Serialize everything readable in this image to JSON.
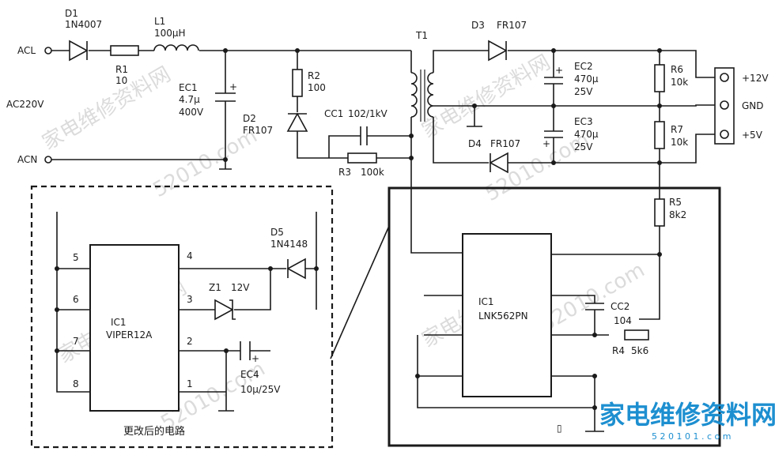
{
  "terminals": {
    "acl": "ACL",
    "acn": "ACN",
    "ac_voltage": "AC220V",
    "out_12v": "+12V",
    "out_gnd": "GND",
    "out_5v": "+5V"
  },
  "components": {
    "d1": {
      "ref": "D1",
      "value": "1N4007"
    },
    "r1": {
      "ref": "R1",
      "value": "10"
    },
    "l1": {
      "ref": "L1",
      "value": "100μH"
    },
    "ec1": {
      "ref": "EC1",
      "value": "4.7μ",
      "voltage": "400V"
    },
    "r2": {
      "ref": "R2",
      "value": "100"
    },
    "d2": {
      "ref": "D2",
      "value": "FR107"
    },
    "cc1": {
      "ref": "CC1",
      "value": "102/1kV"
    },
    "r3": {
      "ref": "R3",
      "value": "100k"
    },
    "t1": {
      "ref": "T1"
    },
    "d3": {
      "ref": "D3",
      "value": "FR107"
    },
    "d4": {
      "ref": "D4",
      "value": "FR107"
    },
    "ec2": {
      "ref": "EC2",
      "value": "470μ",
      "voltage": "25V"
    },
    "ec3": {
      "ref": "EC3",
      "value": "470μ",
      "voltage": "25V"
    },
    "r6": {
      "ref": "R6",
      "value": "10k"
    },
    "r7": {
      "ref": "R7",
      "value": "10k"
    },
    "r5": {
      "ref": "R5",
      "value": "8k2"
    },
    "cc2": {
      "ref": "CC2",
      "value": "104"
    },
    "r4": {
      "ref": "R4",
      "value": "5k6"
    },
    "ic1_main": {
      "ref": "IC1",
      "part": "LNK562PN"
    },
    "ic1_alt": {
      "ref": "IC1",
      "part": "VIPER12A"
    },
    "d5": {
      "ref": "D5",
      "value": "1N4148"
    },
    "z1": {
      "ref": "Z1",
      "value": "12V"
    },
    "ec4": {
      "ref": "EC4",
      "value": "10μ/25V"
    }
  },
  "ic_pins": [
    "5",
    "6",
    "7",
    "8",
    "4",
    "3",
    "2",
    "1"
  ],
  "inset_caption": "更改后的电路",
  "watermark": {
    "text": "家电维修资料网",
    "url": "52010.com"
  },
  "brand": {
    "name": "家电维修资料网",
    "url": "5 2 0 1 0 1 . c o m",
    "color": "#1d8fd0"
  }
}
